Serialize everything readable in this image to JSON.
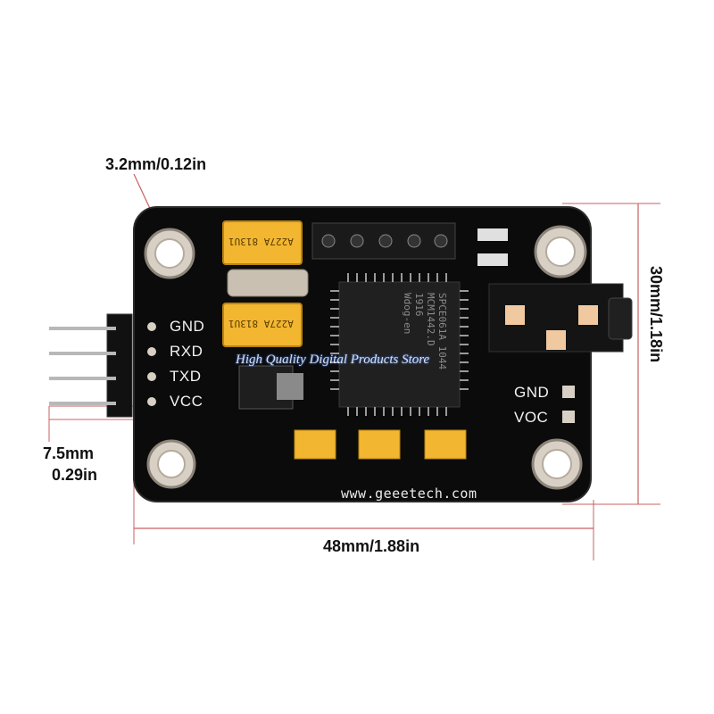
{
  "dimensions": {
    "hole": "3.2mm/0.12in",
    "height": "30mm/1.18in",
    "pin_pitch_mm": "7.5mm",
    "pin_pitch_in": "0.29in",
    "width": "48mm/1.88in"
  },
  "board": {
    "pins": [
      "GND",
      "RXD",
      "TXD",
      "VCC"
    ],
    "side_pins": [
      "GND",
      "VOC"
    ],
    "url": "www.geeetech.com",
    "chip_marking": "SPCE061A 1044\nMCM1442.D\n1916\nWdog-en",
    "cap_marking": "A227A  813U1",
    "color": "#0b0b0b",
    "cap_color": "#f2b631"
  },
  "watermark": "High Quality Digital Products Store"
}
